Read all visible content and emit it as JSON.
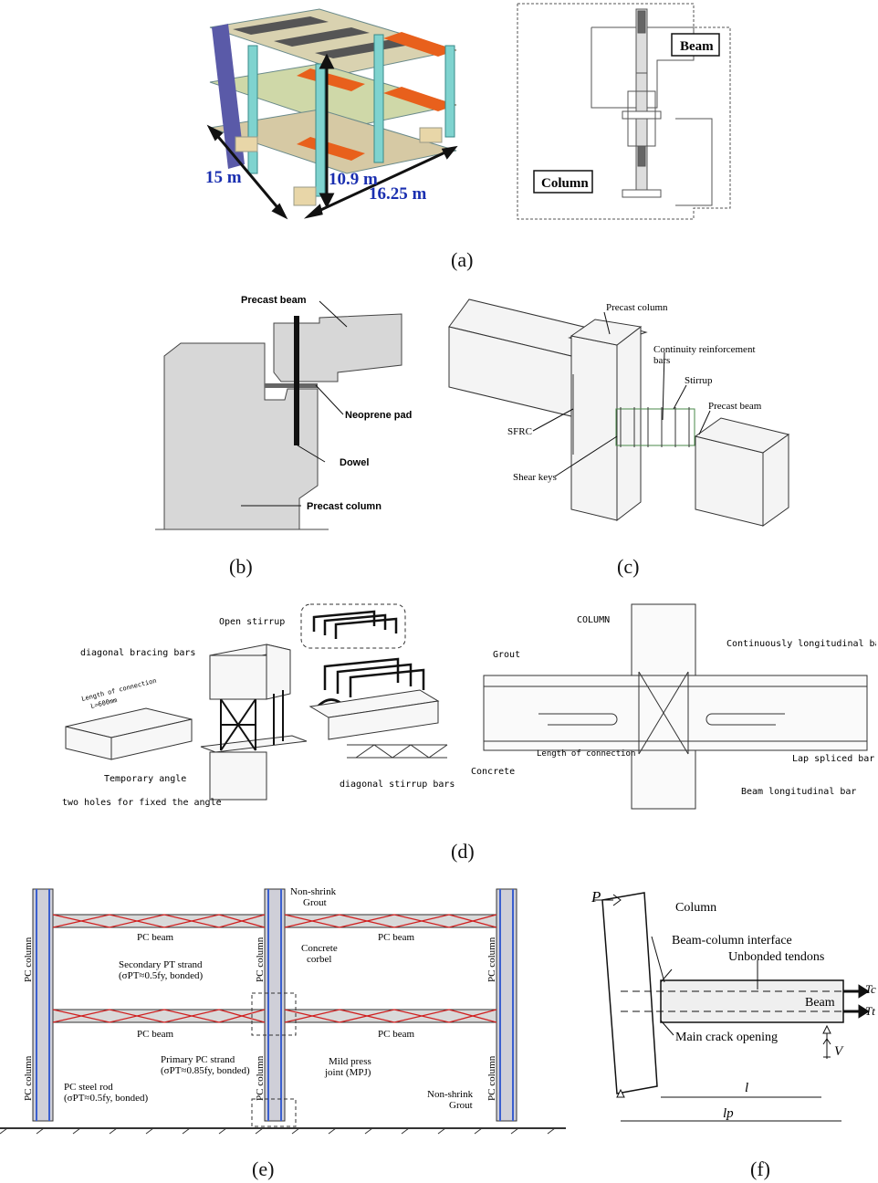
{
  "captions": {
    "a": "(a)",
    "b": "(b)",
    "c": "(c)",
    "d": "(d)",
    "e": "(e)",
    "f": "(f)"
  },
  "panel_a": {
    "dim_depth": "15 m",
    "dim_height": "10.9 m",
    "dim_length": "16.25 m",
    "beam": "Beam",
    "column": "Column"
  },
  "panel_b": {
    "precast_beam": "Precast beam",
    "neoprene_pad": "Neoprene pad",
    "dowel": "Dowel",
    "precast_column": "Precast column"
  },
  "panel_c": {
    "precast_column": "Precast column",
    "continuity_line1": "Continuity reinforcement",
    "continuity_line2": "bars",
    "stirrup": "Stirrup",
    "precast_beam": "Precast beam",
    "sfrc": "SFRC",
    "shear_keys": "Shear keys"
  },
  "panel_d": {
    "open_stirrup": "Open stirrup",
    "diagonal_bracing_bars": "diagonal bracing bars",
    "length_of_connection": "Length of connection",
    "length_value": "L=600mm",
    "temporary_angle": "Temporary angle",
    "two_holes": "two holes for fixed the angle",
    "diagonal_stirrup_bars": "diagonal stirrup bars",
    "column": "COLUMN",
    "grout": "Grout",
    "continuous_bar": "Continuously longitudinal bar",
    "length_connection_r": "Length of connection",
    "concrete": "Concrete",
    "lap_spliced": "Lap spliced bar",
    "beam_longitudinal": "Beam longitudinal bar"
  },
  "panel_e": {
    "non_shrink_top_1": "Non-shrink",
    "non_shrink_top_2": "Grout",
    "pc_beam_tl": "PC beam",
    "pc_beam_tr": "PC beam",
    "pc_beam_bl": "PC beam",
    "pc_beam_br": "PC beam",
    "concrete_corbel_1": "Concrete",
    "concrete_corbel_2": "corbel",
    "secondary_1": "Secondary PT strand",
    "secondary_2": "(σPT≈0.5fy, bonded)",
    "primary_1": "Primary PC strand",
    "primary_2": "(σPT≈0.85fy, bonded)",
    "steel_rod_1": "PC steel rod",
    "steel_rod_2": "(σPT≈0.5fy, bonded)",
    "mpj_1": "Mild press",
    "mpj_2": "joint (MPJ)",
    "non_shrink_bot_1": "Non-shrink",
    "non_shrink_bot_2": "Grout",
    "pc_column": "PC column"
  },
  "panel_f": {
    "p": "P",
    "column": "Column",
    "interface": "Beam-column interface",
    "unbonded": "Unbonded tendons",
    "beam": "Beam",
    "tc": "Tc",
    "tt": "Tt",
    "crack": "Main crack opening",
    "v": "V",
    "l": "l",
    "lp": "lp"
  }
}
